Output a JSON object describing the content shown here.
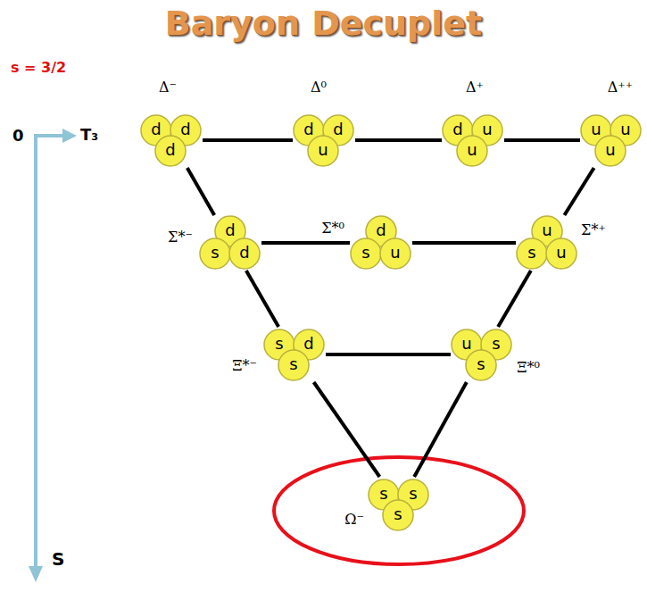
{
  "diagram": {
    "title": "Baryon Decuplet",
    "nodes": [
      {
        "text": [
          "Δ⁻",
          "d",
          "d",
          "d"
        ]
      },
      {
        "text": [
          "Δ⁰",
          "d",
          "d",
          "u"
        ]
      },
      {
        "text": [
          "Δ⁺",
          "d",
          "u",
          "u"
        ]
      },
      {
        "text": [
          "Δ⁺⁺",
          "u",
          "u",
          "u"
        ]
      },
      {
        "text": [
          "Σ*⁻",
          "d",
          "s",
          "d"
        ]
      },
      {
        "text": [
          "Σ*⁰",
          "d",
          "s",
          "u"
        ]
      },
      {
        "text": [
          "Σ*⁺",
          "u",
          "s",
          "u"
        ]
      },
      {
        "text": [
          "Ξ*⁻",
          "s",
          "d",
          "s"
        ]
      },
      {
        "text": [
          "Ξ*⁰",
          "u",
          "s",
          "s"
        ]
      },
      {
        "text": [
          "Ω⁻",
          "s",
          "s",
          "s"
        ]
      }
    ],
    "edges": [
      {
        "from": 0,
        "to": 1,
        "arrow": "none"
      },
      {
        "from": 1,
        "to": 2,
        "arrow": "none"
      },
      {
        "from": 2,
        "to": 3,
        "arrow": "none"
      },
      {
        "from": 0,
        "to": 4,
        "arrow": "none"
      },
      {
        "from": 3,
        "to": 6,
        "arrow": "none"
      },
      {
        "from": 4,
        "to": 5,
        "arrow": "none"
      },
      {
        "from": 5,
        "to": 6,
        "arrow": "none"
      },
      {
        "from": 4,
        "to": 7,
        "arrow": "none"
      },
      {
        "from": 6,
        "to": 8,
        "arrow": "none"
      },
      {
        "from": 7,
        "to": 8,
        "arrow": "none"
      },
      {
        "from": 7,
        "to": 9,
        "arrow": "none"
      },
      {
        "from": 8,
        "to": 9,
        "arrow": "none"
      }
    ],
    "labels": [
      "s = 3/2",
      "0",
      "T₃",
      "S"
    ]
  }
}
